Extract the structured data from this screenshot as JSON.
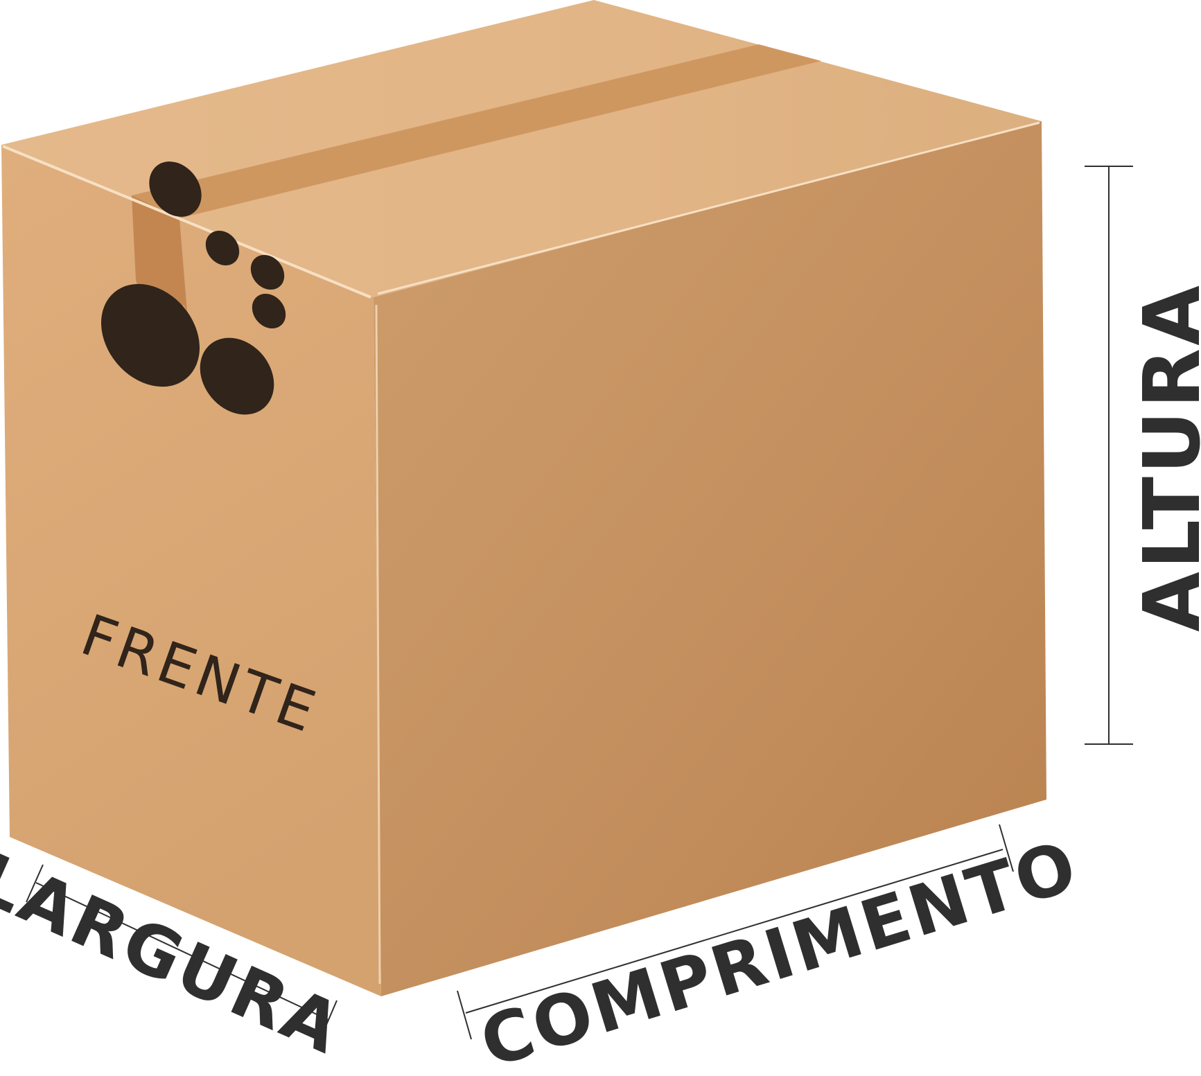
{
  "labels": {
    "front": "FRENTE",
    "width": "LARGURA",
    "length": "COMPRIMENTO",
    "height": "ALTURA"
  },
  "colors": {
    "top_face": "#e2b586",
    "tape": "#cf9760",
    "left_face": "#d6a574",
    "right_face": "#c48f5d",
    "print": "#30241b",
    "dimension_lines": "#2f2f2f"
  }
}
